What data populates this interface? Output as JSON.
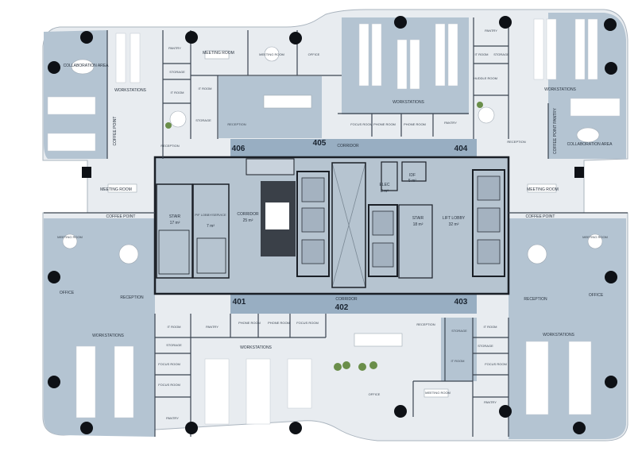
{
  "colors": {
    "background": "#ffffff",
    "floor_light": "#e8ecf0",
    "zone_blue": "#b4c4d2",
    "corridor_blue": "#98aec2",
    "wall": "#1a1f26",
    "desk": "#ffffff",
    "plant": "#6a8e4a"
  },
  "core": {
    "corridor_top": "CORRIDOR",
    "corridor_bottom": "CORRIDOR",
    "stair_left": "STAIR",
    "stair_left_area": "17 m²",
    "lobby_service": "P/F LOBBY/SERVICE",
    "lobby_service_area": "7 m²",
    "corridor_center": "CORRIDOR",
    "corridor_center_area": "25 m²",
    "elec": "ELEC",
    "elec_area": "8 m²",
    "idf": "IDF",
    "idf_area": "5 m²",
    "stair_right": "STAIR",
    "stair_right_area": "18 m²",
    "lift_lobby": "LIFT LOBBY",
    "lift_lobby_area": "32 m²"
  },
  "unit_numbers": [
    "406",
    "405",
    "404",
    "401",
    "402",
    "403"
  ],
  "rooms": {
    "collaboration_area_nw": "COLLABORATION AREA",
    "workstations_nw": "WORKSTATIONS",
    "pantry_n1": "PANTRY",
    "storage_n1": "STORAGE",
    "it_room_n1": "IT ROOM",
    "storage_n2": "STORAGE",
    "meeting_room_n1": "MEETING ROOM",
    "meeting_room_n2": "MEETING ROOM",
    "office_n": "OFFICE",
    "it_room_n2": "IT ROOM",
    "reception_n1": "RECEPTION",
    "coffee_point_nw": "COFFEE POINT",
    "reception_nw": "RECEPTION",
    "workstations_n": "WORKSTATIONS",
    "focus_room_n": "FOCUS ROOM",
    "phone_room_n1": "PHONE ROOM",
    "phone_room_n2": "PHONE ROOM",
    "pantry_n2": "PANTRY",
    "pantry_ne": "PANTRY",
    "it_room_ne": "IT ROOM",
    "storage_ne": "STORAGE",
    "huddle_room": "HUDDLE ROOM",
    "workstations_ne": "WORKSTATIONS",
    "coffee_point_pantry_ne": "COFFEE POINT PANTRY",
    "reception_ne": "RECEPTION",
    "collaboration_area_ne": "COLLABORATION AREA",
    "meeting_room_w": "MEETING ROOM",
    "meeting_room_e": "MEETING ROOM",
    "coffee_point_w": "COFFEE POINT",
    "coffee_point_e": "COFFEE POINT",
    "meeting_room_sw": "MEETING ROOM",
    "office_sw": "OFFICE",
    "reception_sw": "RECEPTION",
    "meeting_room_se": "MEETING ROOM",
    "office_se": "OFFICE",
    "reception_se": "RECEPTION",
    "workstations_sw": "WORKSTATIONS",
    "it_room_s1": "IT ROOM",
    "storage_s1": "STORAGE",
    "focus_room_s1": "FOCUS ROOM",
    "focus_room_s2": "FOCUS ROOM",
    "pantry_s1": "PANTRY",
    "pantry_s2": "PANTRY",
    "phone_room_s1": "PHONE ROOM",
    "phone_room_s2": "PHONE ROOM",
    "focus_room_s3": "FOCUS ROOM",
    "workstations_s": "WORKSTATIONS",
    "reception_s": "RECEPTION",
    "storage_s2": "STORAGE",
    "it_room_s2": "IT ROOM",
    "it_room_se": "IT ROOM",
    "storage_se": "STORAGE",
    "focus_room_se": "FOCUS ROOM",
    "office_s": "OFFICE",
    "meeting_room_s": "MEETING ROOM",
    "pantry_se": "PANTRY",
    "workstations_se": "WORKSTATIONS"
  }
}
